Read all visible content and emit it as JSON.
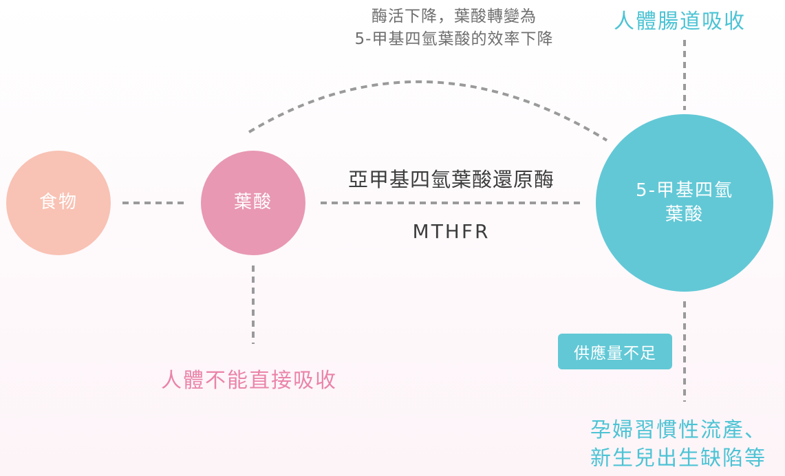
{
  "colors": {
    "food": "#f8c2b4",
    "folate": "#e898b2",
    "mthf": "#62c8d6",
    "teal_text": "#4cc3d4",
    "pink_text": "#ea84a9",
    "dash": "#9a9a9a"
  },
  "nodes": {
    "food": "食物",
    "folate": "葉酸",
    "mthf_line1": "5-甲基四氫",
    "mthf_line2": "葉酸"
  },
  "enzyme": {
    "name": "亞甲基四氫葉酸還原酶",
    "abbr": "MTHFR"
  },
  "notes": {
    "reduced_efficiency_line1": "酶活下降，葉酸轉變為",
    "reduced_efficiency_line2": "5-甲基四氫葉酸的效率下降",
    "body_absorbs": "人體腸道吸收",
    "cannot_absorb": "人體不能直接吸收",
    "insufficient_supply": "供應量不足",
    "outcome_line1": "孕婦習慣性流產、",
    "outcome_line2": "新生兒出生缺陷等"
  }
}
